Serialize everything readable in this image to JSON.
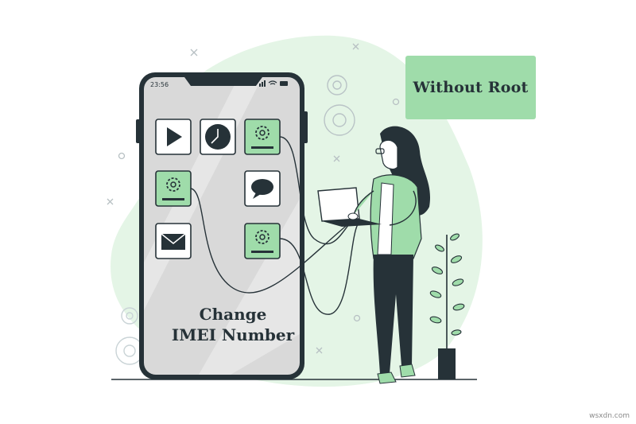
{
  "badge": {
    "label": "Without Root"
  },
  "phone": {
    "status_time": "23:56",
    "caption_line1": "Change",
    "caption_line2": "IMEI Number",
    "apps": [
      {
        "name": "play",
        "icon": "play-icon"
      },
      {
        "name": "clock",
        "icon": "clock-icon"
      },
      {
        "name": "settings-top",
        "icon": "gear-icon"
      },
      {
        "name": "settings-left",
        "icon": "gear-icon"
      },
      {
        "name": "chat",
        "icon": "speech-bubble-icon"
      },
      {
        "name": "mail",
        "icon": "envelope-icon"
      },
      {
        "name": "settings-bottom",
        "icon": "gear-icon"
      }
    ]
  },
  "colors": {
    "accent_green": "#9fdcaa",
    "blob_green": "#e4f5e6",
    "dark": "#263238",
    "screen_gray": "#d9d9d9"
  },
  "watermark": "wsxdn.com"
}
